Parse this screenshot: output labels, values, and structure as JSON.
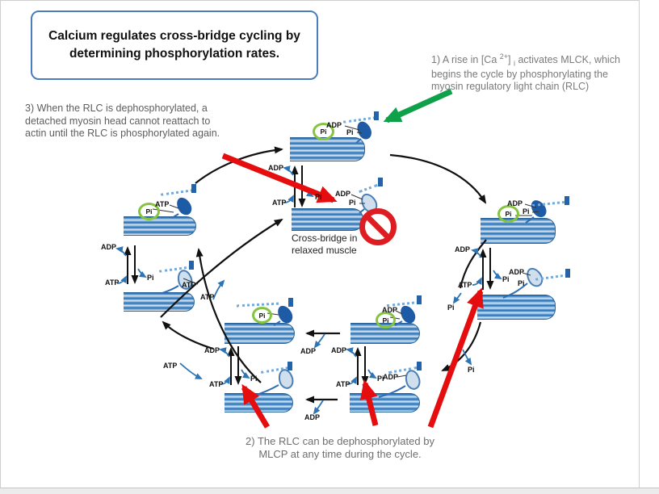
{
  "title": "Calcium regulates cross-bridge cycling by determining phosphorylation rates.",
  "notes": {
    "note1": {
      "p1": "1)  A rise in [Ca ",
      "sup": "2+",
      "p2": "] ",
      "sub": "i",
      "p3": " activates MLCK, which begins the cycle by phosphorylating the myosin regulatory light chain (RLC)"
    },
    "note2_line1": "2)  The RLC can be dephosphorylated by",
    "note2_line2": "MLCP at any time during the cycle.",
    "note3": "3) When the RLC is dephosphorylated, a detached myosin head cannot reattach to actin until the RLC is phosphorylated again."
  },
  "center_label_line1": "Cross-bridge in",
  "center_label_line2": "relaxed muscle",
  "labels": {
    "adp": "ADP",
    "atp": "ATP",
    "pi": "Pi"
  },
  "icons": {
    "prohibition": "no-reattachment-symbol",
    "green_circle": "phosphorylated-RLC-marker"
  },
  "colors": {
    "title_border": "#4a7ebb",
    "note_text": "#7a7a7a",
    "red_arrow": "#e50d0d",
    "green_arrow": "#0fa04a",
    "blue_arrow": "#2e75b6",
    "green_circle": "#85c441",
    "actin_blue": "#2e74b5",
    "myosin_dark": "#1d5ba6",
    "myosin_light": "#cfdfee",
    "prohibition_red": "#dd1d21"
  }
}
